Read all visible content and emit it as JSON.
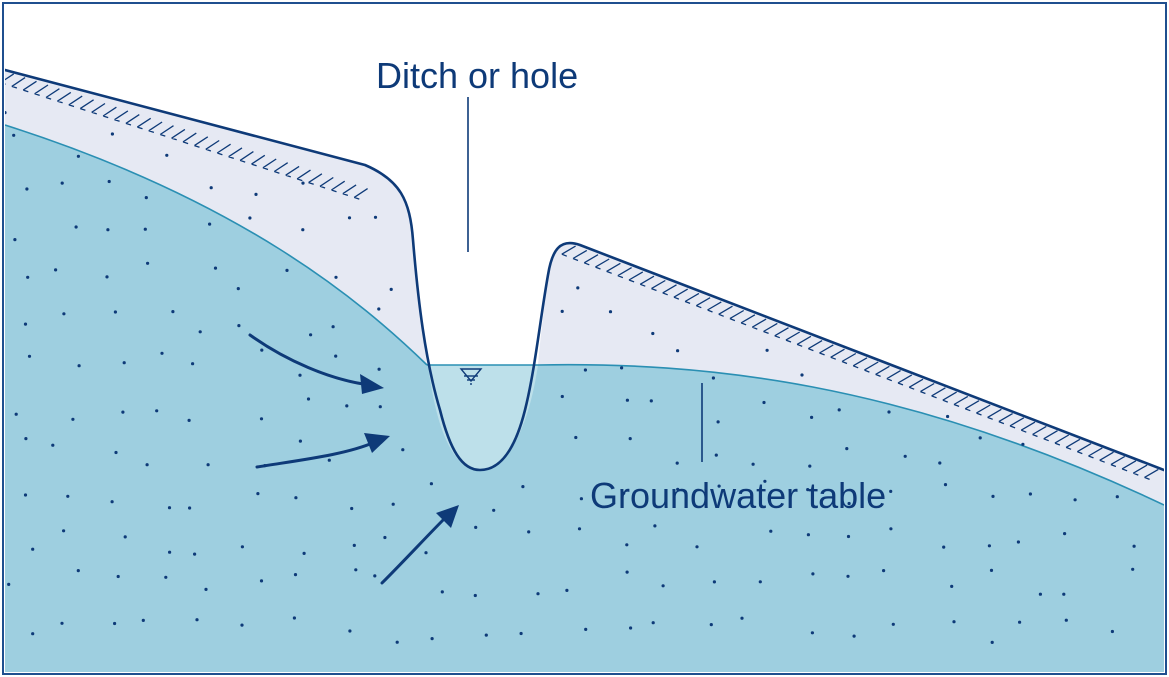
{
  "labels": {
    "ditch": "Ditch or hole",
    "groundwater": "Groundwater table"
  },
  "colors": {
    "frame": "#1f4f8f",
    "line": "#0e3a78",
    "soil": "#e6e9f3",
    "water": "#9ecfe0",
    "ditch_water": "#bde0ea",
    "water_line": "#2a8fb3",
    "label": "#0e3a78"
  },
  "icons": {
    "water_level": "water-level-icon",
    "hatch": "ground-surface-hatch"
  }
}
